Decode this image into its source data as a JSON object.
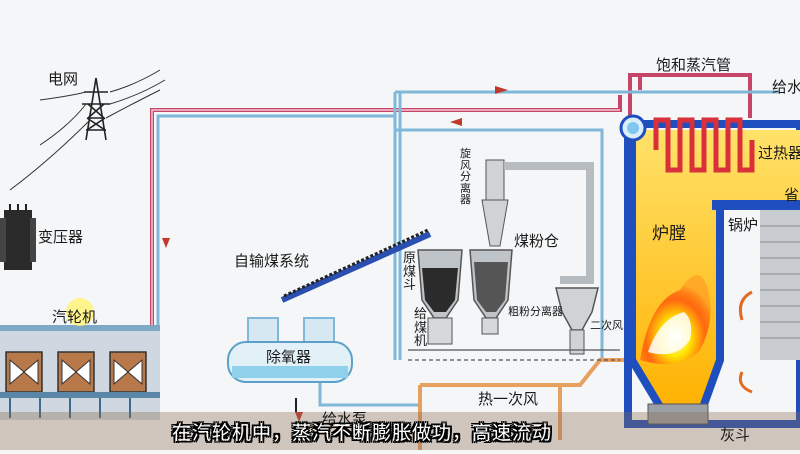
{
  "labels": {
    "grid": "电网",
    "transformer": "变压器",
    "turbine": "汽轮机",
    "deaerator": "除氧器",
    "feed_pump": "给水泵",
    "coal_conveyor": "自输煤系统",
    "raw_coal_hopper": "原煤斗",
    "coal_feeder": "给煤机",
    "cyclone": "旋风分离器",
    "pulverized_bin": "煤粉仓",
    "coal_separator": "粗粉分离器",
    "secondary_air": "二次风",
    "hot_primary_air": "热一次风",
    "saturated_steam_pipe": "饱和蒸汽管",
    "feed_water": "给水",
    "superheater": "过热器",
    "economizer": "省",
    "furnace": "炉膛",
    "boiler": "锅炉",
    "ash_hopper": "灰斗"
  },
  "subtitle": "在汽轮机中，蒸汽不断膨胀做功，高速流动",
  "colors": {
    "steam_pipe": "#c8456a",
    "water_pipe": "#7fb8d8",
    "air_pipe": "#e8a060",
    "boiler_wall": "#1f4fbf",
    "furnace_fill": "#ffd23a",
    "flame": "#ff5a1a",
    "equipment_gray": "#8a8f94"
  }
}
